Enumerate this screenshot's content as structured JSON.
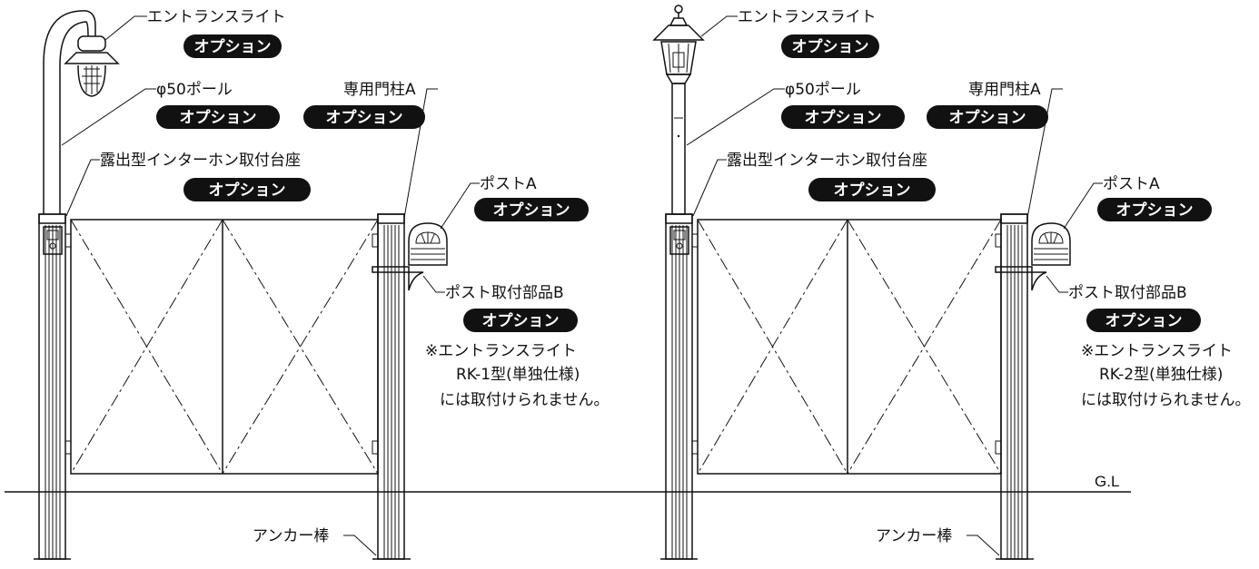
{
  "gates": [
    {
      "entrance_light": "エントランスライト",
      "entrance_light_badge": "オプション",
      "pole": "φ50ポール",
      "pole_badge": "オプション",
      "post_a": "専用門柱A",
      "post_a_badge": "オプション",
      "intercom_base": "露出型インターホン取付台座",
      "intercom_badge": "オプション",
      "mailbox": "ポストA",
      "mailbox_badge": "オプション",
      "mailbox_parts": "ポスト取付部品B",
      "mailbox_parts_badge": "オプション",
      "note_line1": "※エントランスライト",
      "note_line2": "RK-1型(単独仕様)",
      "note_line3": "には取付けられません。",
      "anchor": "アンカー棒"
    },
    {
      "entrance_light": "エントランスライト",
      "entrance_light_badge": "オプション",
      "pole": "φ50ポール",
      "pole_badge": "オプション",
      "post_a": "専用門柱A",
      "post_a_badge": "オプション",
      "intercom_base": "露出型インターホン取付台座",
      "intercom_badge": "オプション",
      "mailbox": "ポストA",
      "mailbox_badge": "オプション",
      "mailbox_parts": "ポスト取付部品B",
      "mailbox_parts_badge": "オプション",
      "note_line1": "※エントランスライト",
      "note_line2": "RK-2型(単独仕様)",
      "note_line3": "には取付けられません。",
      "anchor": "アンカー棒"
    }
  ],
  "ground_label": "G.L"
}
